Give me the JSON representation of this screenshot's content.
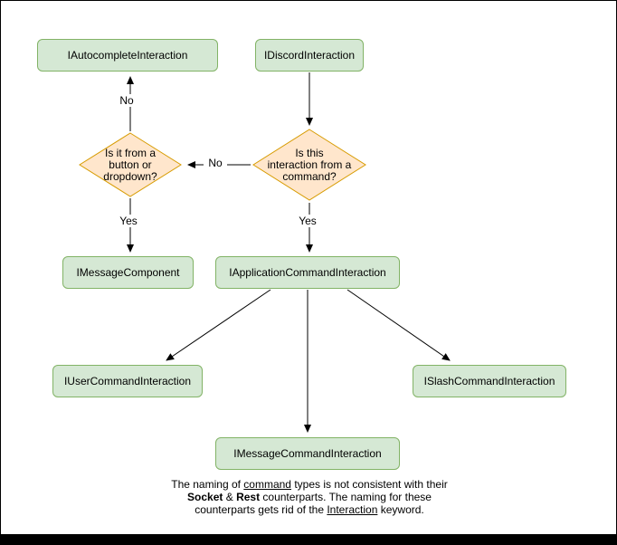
{
  "diagram": {
    "nodes": {
      "autocomplete": {
        "label": "IAutocompleteInteraction"
      },
      "discord": {
        "label": "IDiscordInteraction"
      },
      "button_dropdown_q": {
        "label": "Is it from a\nbutton or\ndropdown?"
      },
      "command_q": {
        "label": "Is this\ninteraction from a\ncommand?"
      },
      "message_component": {
        "label": "IMessageComponent"
      },
      "application_command": {
        "label": "IApplicationCommandInteraction"
      },
      "user_command": {
        "label": "IUserCommandInteraction"
      },
      "slash_command": {
        "label": "ISlashCommandInteraction"
      },
      "message_command": {
        "label": "IMessageCommandInteraction"
      }
    },
    "edge_labels": {
      "no_to_autocomplete": "No",
      "no_to_button_question": "No",
      "yes_to_message_component": "Yes",
      "yes_to_application_command": "Yes"
    },
    "note": {
      "l1a": "The naming of ",
      "l1b": "command",
      "l1c": " types is not consistent with their",
      "l2a": "Socket",
      "l2b": " & ",
      "l2c": "Rest",
      "l2d": " counterparts. The naming for these",
      "l3a": "counterparts gets rid of the ",
      "l3b": "Interaction",
      "l3c": " keyword."
    },
    "colors": {
      "box_fill": "#d5e8d4",
      "box_border": "#82b366",
      "decision_fill": "#ffe6cc",
      "decision_border": "#d79b00",
      "edge": "#000000",
      "frame_border": "#000000"
    }
  }
}
